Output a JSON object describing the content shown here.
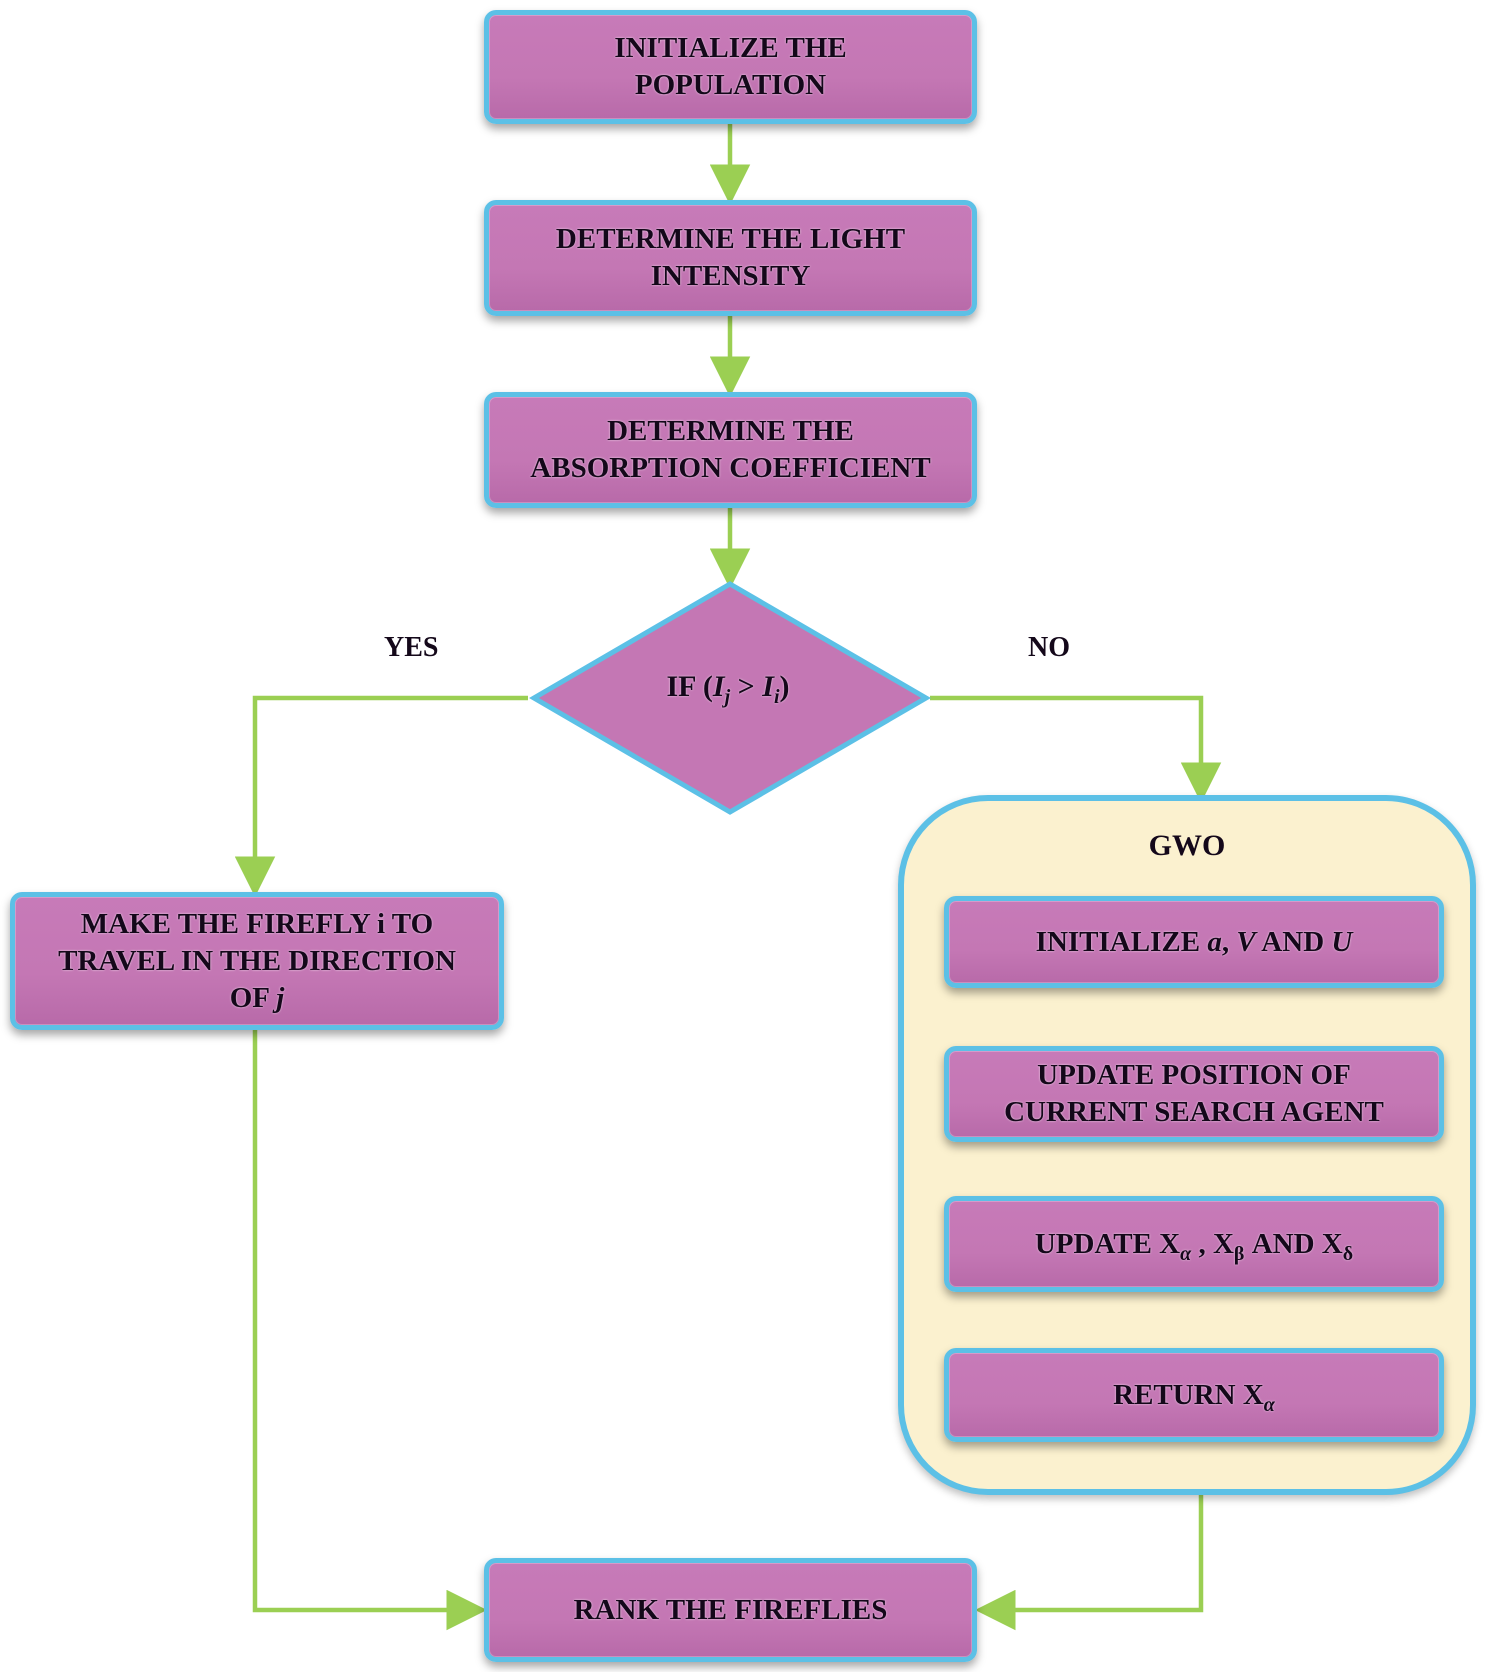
{
  "colors": {
    "box_fill": "#c477b4",
    "box_border": "#5cc0e6",
    "arrow": "#9bcf53",
    "container_fill": "#fbf1cf"
  },
  "steps": {
    "init_population": {
      "line1": "INITIALIZE THE",
      "line2": "POPULATION"
    },
    "light_intensity": {
      "line1": "DETERMINE THE LIGHT",
      "line2": "INTENSITY"
    },
    "absorption": {
      "line1": "DETERMINE THE",
      "line2": "ABSORPTION COEFFICIENT"
    },
    "decision": {
      "prefix": "IF (",
      "left_var": "I",
      "left_sub": "j",
      "operator": " > ",
      "right_var": "I",
      "right_sub": "i",
      "suffix": ")"
    },
    "move_firefly": {
      "line1": "MAKE THE FIREFLY i TO",
      "line2": "TRAVEL IN THE DIRECTION",
      "line3_text": "OF ",
      "line3_var": "j"
    },
    "rank": {
      "label": "RANK THE FIREFLIES"
    }
  },
  "branches": {
    "yes": "YES",
    "no": "NO"
  },
  "gwo": {
    "title": "GWO",
    "init": {
      "prefix": "INITIALIZE ",
      "a": "a",
      "sep": ", ",
      "v": "V",
      "and": " AND ",
      "u": "U"
    },
    "update_position": {
      "line1": "UPDATE POSITION OF",
      "line2": "CURRENT SEARCH AGENT"
    },
    "update_x": {
      "prefix": "UPDATE X",
      "sub_alpha": "α",
      "sep": " , X",
      "sub_beta": "β",
      "and": " AND X",
      "sub_delta": "δ"
    },
    "return_x": {
      "prefix": "RETURN X",
      "sub_alpha": "α"
    }
  }
}
